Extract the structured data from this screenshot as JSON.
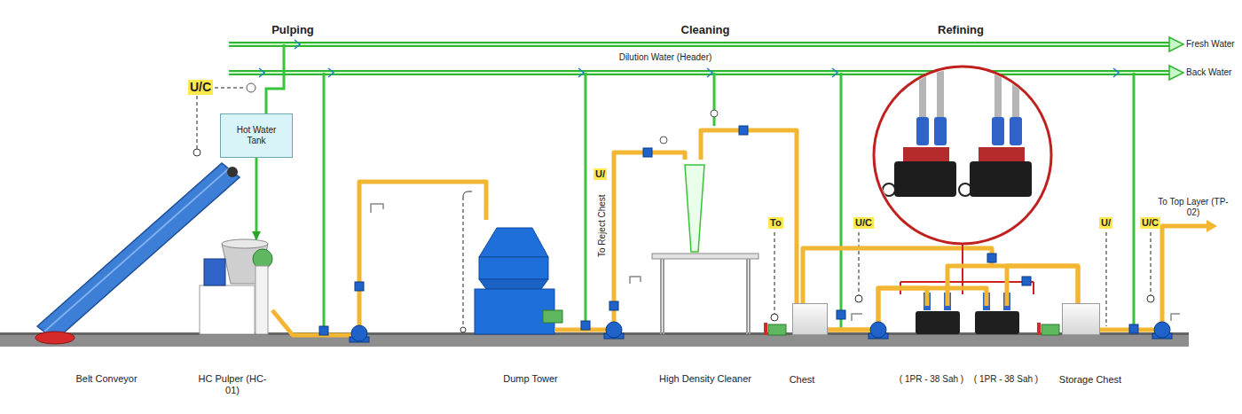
{
  "diagram": {
    "nodes": [
      {
        "text": [
          "Belt Conveyor"
        ]
      },
      {
        "text": [
          "HC Pulper (HC-01)"
        ]
      },
      {
        "text": [
          "Hot Water Tank"
        ]
      },
      {
        "text": [
          "Dump Tower"
        ]
      },
      {
        "text": [
          "High Density Cleaner"
        ]
      },
      {
        "text": [
          "Chest"
        ]
      },
      {
        "text": [
          "( 1PR - 38 Sah )"
        ]
      },
      {
        "text": [
          "( 1PR - 38 Sah )"
        ]
      },
      {
        "text": [
          "Storage Chest"
        ]
      }
    ],
    "edges": [
      {
        "from": 2,
        "to": 1,
        "arrow": "to"
      },
      {
        "from": 1,
        "to": 3,
        "arrow": "none"
      },
      {
        "from": 3,
        "to": 4,
        "arrow": "none"
      },
      {
        "from": 4,
        "to": 5,
        "arrow": "none"
      },
      {
        "from": 5,
        "to": 6,
        "arrow": "none"
      },
      {
        "from": 5,
        "to": 7,
        "arrow": "none"
      },
      {
        "from": 6,
        "to": 8,
        "arrow": "none"
      },
      {
        "from": 7,
        "to": 8,
        "arrow": "none"
      }
    ],
    "labels": [
      "Pulping",
      "Cleaning",
      "Refining",
      "Fresh Water",
      "Dilution Water (Header)",
      "Back Water",
      "U/C",
      "U/",
      "To Reject Chest",
      "To",
      "U/C",
      "U/",
      "U/C",
      "To Top Layer (TP-02)"
    ]
  }
}
